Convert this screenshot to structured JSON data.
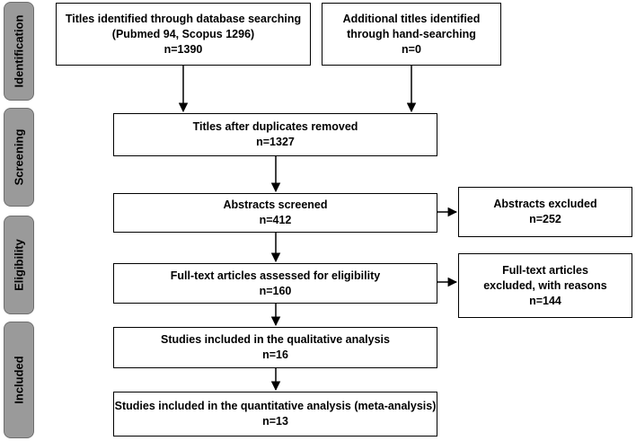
{
  "phases": {
    "identification": "Identification",
    "screening": "Screening",
    "eligibility": "Eligibility",
    "included": "Included"
  },
  "boxes": {
    "database_search": {
      "lines": [
        "Titles identified through database searching",
        "(Pubmed 94, Scopus 1296)",
        "n=1390"
      ]
    },
    "hand_search": {
      "lines": [
        "Additional titles identified",
        "through hand-searching",
        "n=0"
      ]
    },
    "duplicates_removed": {
      "lines": [
        "Titles after duplicates removed",
        "n=1327"
      ]
    },
    "abstracts_screened": {
      "lines": [
        "Abstracts screened",
        "n=412"
      ]
    },
    "abstracts_excluded": {
      "lines": [
        "Abstracts excluded",
        "n=252"
      ]
    },
    "fulltext_assessed": {
      "lines": [
        "Full-text articles assessed for eligibility",
        "n=160"
      ]
    },
    "fulltext_excluded": {
      "lines": [
        "Full-text articles",
        "excluded, with reasons",
        "n=144"
      ]
    },
    "qualitative": {
      "lines": [
        "Studies included in the qualitative analysis",
        "n=16"
      ]
    },
    "quantitative": {
      "lines": [
        "Studies included in the quantitative analysis (meta-analysis)",
        "n=13"
      ]
    }
  }
}
